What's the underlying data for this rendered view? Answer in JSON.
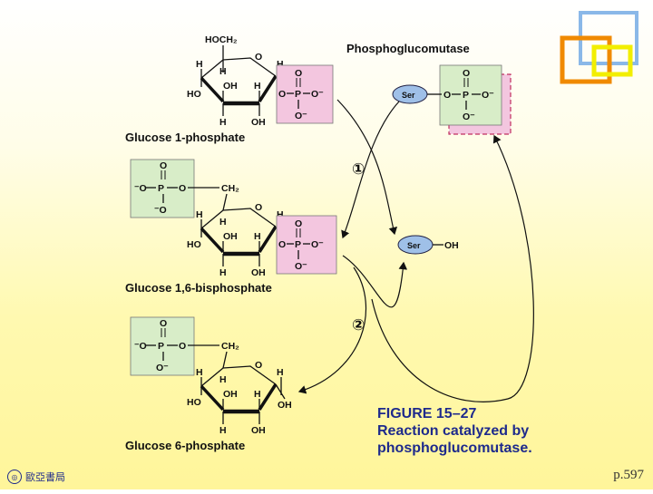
{
  "colors": {
    "pink_box": "#f3c6df",
    "green_box": "#d8edc8",
    "ser_fill": "#9fc0e8",
    "caption": "#1e2a8c",
    "deco_blue": "#8ab8e8",
    "deco_orange": "#f08a00",
    "deco_yellow": "#f2ee00"
  },
  "molecules": {
    "g1p": {
      "name": "Glucose 1-phosphate",
      "ch2": "HOCH₂"
    },
    "g16bp": {
      "name": "Glucose 1,6-bisphosphate",
      "ch2": "CH₂"
    },
    "g6p": {
      "name": "Glucose 6-phosphate",
      "ch2": "CH₂"
    }
  },
  "ring_labels": {
    "o": "O",
    "h": "H",
    "oh": "OH",
    "ho": "HO"
  },
  "phosphate": {
    "o": "O",
    "o_minus": "O⁻",
    "minus_o": "⁻O",
    "p": "P"
  },
  "enzyme": {
    "title": "Phosphoglucomutase",
    "ser": "Ser",
    "oh": "OH"
  },
  "steps": [
    "①",
    "②"
  ],
  "caption": {
    "line1": "FIGURE 15–27",
    "line2": "Reaction catalyzed by",
    "line3": "phosphoglucomutase."
  },
  "publisher": {
    "name": "歐亞書局",
    "icon": "publisher-logo-icon"
  },
  "page": "p.597"
}
